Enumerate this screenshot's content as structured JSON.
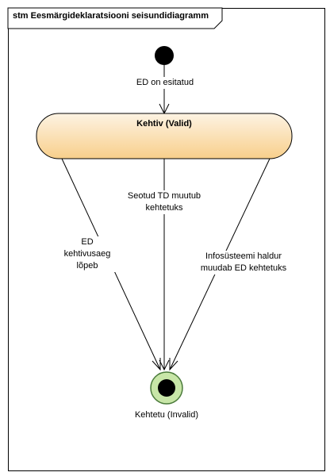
{
  "frame": {
    "title": "stm Eesmärgideklaratsiooni seisundidiagramm"
  },
  "states": {
    "initial_label": "ED on esitatud",
    "valid": "Kehtiv (Valid)",
    "final_label": "Kehtetu (Invalid)"
  },
  "transitions": {
    "left": [
      "ED",
      "kehtivusaeg",
      "lõpeb"
    ],
    "middle": [
      "Seotud TD muutub",
      "kehtetuks"
    ],
    "right": [
      "Infosüsteemi haldur",
      "muudab ED kehtetuks"
    ]
  },
  "colors": {
    "state_fill_top": "#fdf3e3",
    "state_fill_bottom": "#f8cf8b",
    "final_ring": "#c8e6a8",
    "final_ring_stroke": "#4a7a3a"
  }
}
